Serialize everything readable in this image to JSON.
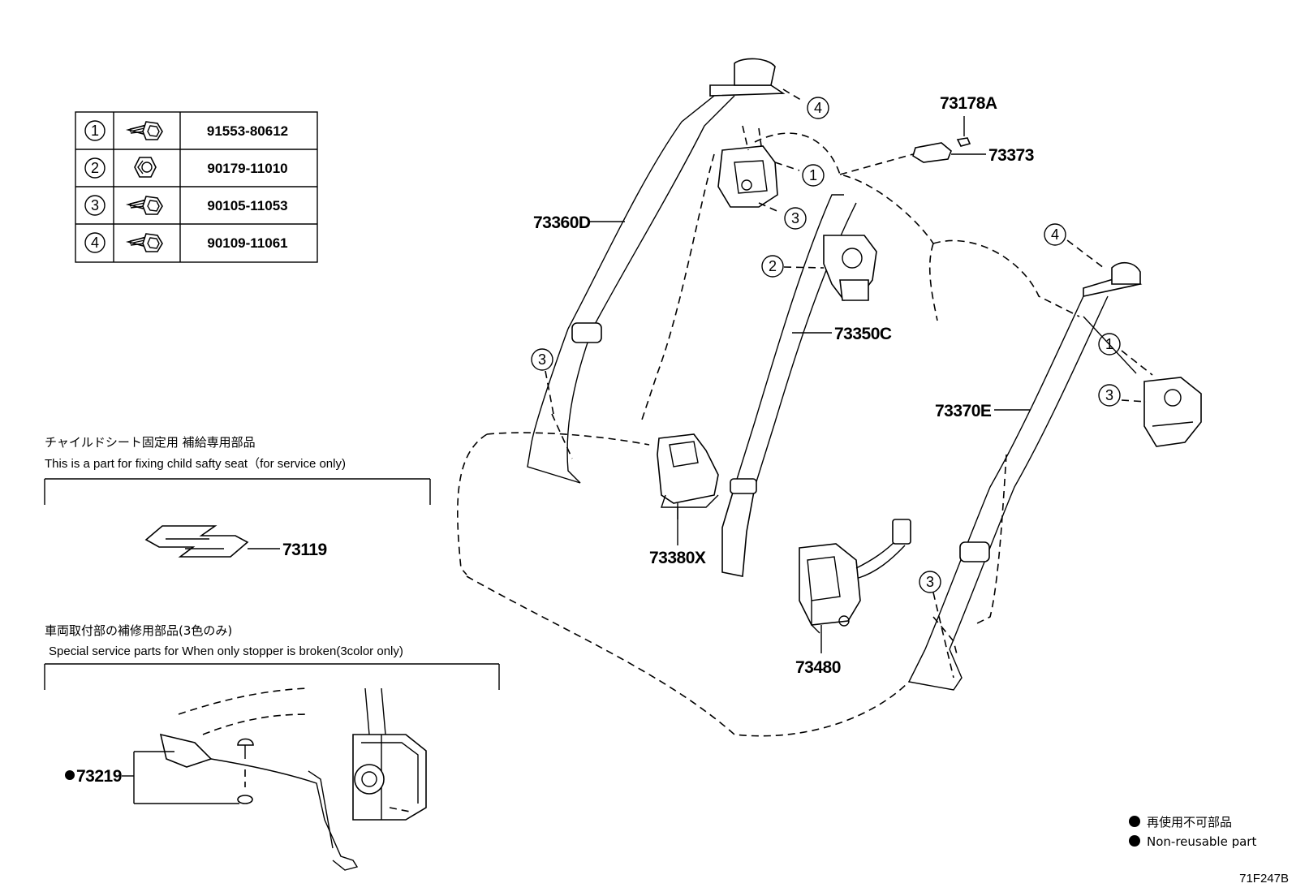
{
  "fastener_table": {
    "rows": [
      {
        "index": "1",
        "part_number": "91553-80612",
        "icon": "bolt-icon"
      },
      {
        "index": "2",
        "part_number": "90179-11010",
        "icon": "nut-icon"
      },
      {
        "index": "3",
        "part_number": "90105-11053",
        "icon": "bolt-icon"
      },
      {
        "index": "4",
        "part_number": "90109-11061",
        "icon": "bolt-icon"
      }
    ]
  },
  "part_labels": {
    "p73360D": "73360D",
    "p73350C": "73350C",
    "p73370E": "73370E",
    "p73178A": "73178A",
    "p73373": "73373",
    "p73380X": "73380X",
    "p73480": "73480",
    "p73119": "73119",
    "p73219": "73219"
  },
  "callouts": {
    "one": "1",
    "two": "2",
    "three": "3",
    "four": "4"
  },
  "notes": {
    "child_seat_ja": "チャイルドシート固定用 補給専用部品",
    "child_seat_en": "This is a part for fixing child safty seat（for service only)",
    "stopper_ja": "車両取付部の補修用部品(3色のみ)",
    "stopper_en": "Special service parts for When only stopper is broken(3color only)"
  },
  "legend": {
    "ja": "再使用不可部品",
    "en": "Non-reusable part"
  },
  "diagram_code": "71F247B"
}
